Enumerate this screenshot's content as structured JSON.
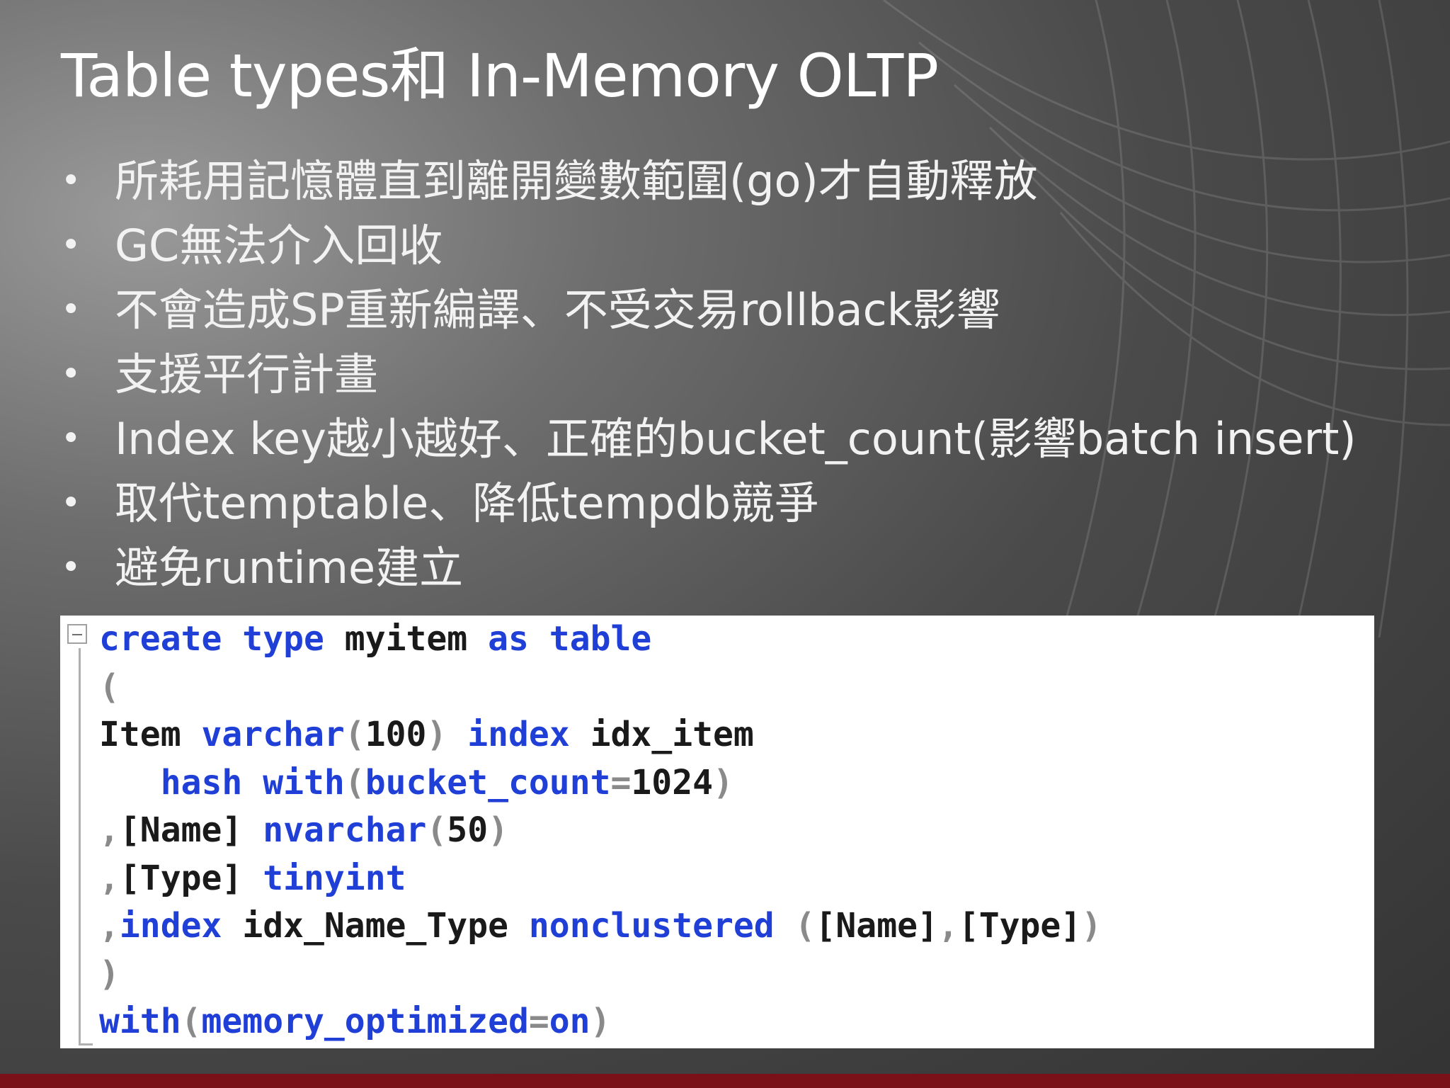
{
  "slide": {
    "title": "Table types和 In-Memory OLTP",
    "bullet_symbol": "•",
    "bullets": [
      "所耗用記憶體直到離開變數範圍(go)才自動釋放",
      "GC無法介入回收",
      "不會造成SP重新編譯、不受交易rollback影響",
      "支援平行計畫",
      "Index key越小越好、正確的bucket_count(影響batch insert)",
      "取代temptable、降低tempdb競爭",
      "避免runtime建立"
    ]
  },
  "code": {
    "language": "sql",
    "colors": {
      "keyword": "#1f3fd6",
      "punct": "#8a8a8a",
      "identifier": "#1a1a1a"
    },
    "lines": [
      "create type myitem as table",
      "(",
      "Item varchar(100) index idx_item",
      "   hash with(bucket_count=1024)",
      ",[Name] nvarchar(50)",
      ",[Type] tinyint",
      ",index idx_Name_Type nonclustered ([Name],[Type])",
      ")",
      "with(memory_optimized=on)"
    ],
    "tokens": [
      [
        [
          "kw",
          "create"
        ],
        [
          "sp",
          " "
        ],
        [
          "kw",
          "type"
        ],
        [
          "sp",
          " "
        ],
        [
          "id",
          "myitem"
        ],
        [
          "sp",
          " "
        ],
        [
          "kw",
          "as"
        ],
        [
          "sp",
          " "
        ],
        [
          "kw",
          "table"
        ]
      ],
      [
        [
          "pu",
          "("
        ]
      ],
      [
        [
          "id",
          "Item"
        ],
        [
          "sp",
          " "
        ],
        [
          "kw",
          "varchar"
        ],
        [
          "pu",
          "("
        ],
        [
          "id",
          "100"
        ],
        [
          "pu",
          ")"
        ],
        [
          "sp",
          " "
        ],
        [
          "kw",
          "index"
        ],
        [
          "sp",
          " "
        ],
        [
          "id",
          "idx_item"
        ]
      ],
      [
        [
          "sp",
          "   "
        ],
        [
          "kw",
          "hash"
        ],
        [
          "sp",
          " "
        ],
        [
          "kw",
          "with"
        ],
        [
          "pu",
          "("
        ],
        [
          "kw",
          "bucket_count"
        ],
        [
          "pu",
          "="
        ],
        [
          "id",
          "1024"
        ],
        [
          "pu",
          ")"
        ]
      ],
      [
        [
          "pu",
          ","
        ],
        [
          "id",
          "[Name]"
        ],
        [
          "sp",
          " "
        ],
        [
          "kw",
          "nvarchar"
        ],
        [
          "pu",
          "("
        ],
        [
          "id",
          "50"
        ],
        [
          "pu",
          ")"
        ]
      ],
      [
        [
          "pu",
          ","
        ],
        [
          "id",
          "[Type]"
        ],
        [
          "sp",
          " "
        ],
        [
          "kw",
          "tinyint"
        ]
      ],
      [
        [
          "pu",
          ","
        ],
        [
          "kw",
          "index"
        ],
        [
          "sp",
          " "
        ],
        [
          "id",
          "idx_Name_Type"
        ],
        [
          "sp",
          " "
        ],
        [
          "kw",
          "nonclustered"
        ],
        [
          "sp",
          " "
        ],
        [
          "pu",
          "("
        ],
        [
          "id",
          "[Name]"
        ],
        [
          "pu",
          ","
        ],
        [
          "id",
          "[Type]"
        ],
        [
          "pu",
          ")"
        ]
      ],
      [
        [
          "pu",
          ")"
        ]
      ],
      [
        [
          "kw",
          "with"
        ],
        [
          "pu",
          "("
        ],
        [
          "kw",
          "memory_optimized"
        ],
        [
          "pu",
          "="
        ],
        [
          "kw",
          "on"
        ],
        [
          "pu",
          ")"
        ]
      ]
    ]
  }
}
